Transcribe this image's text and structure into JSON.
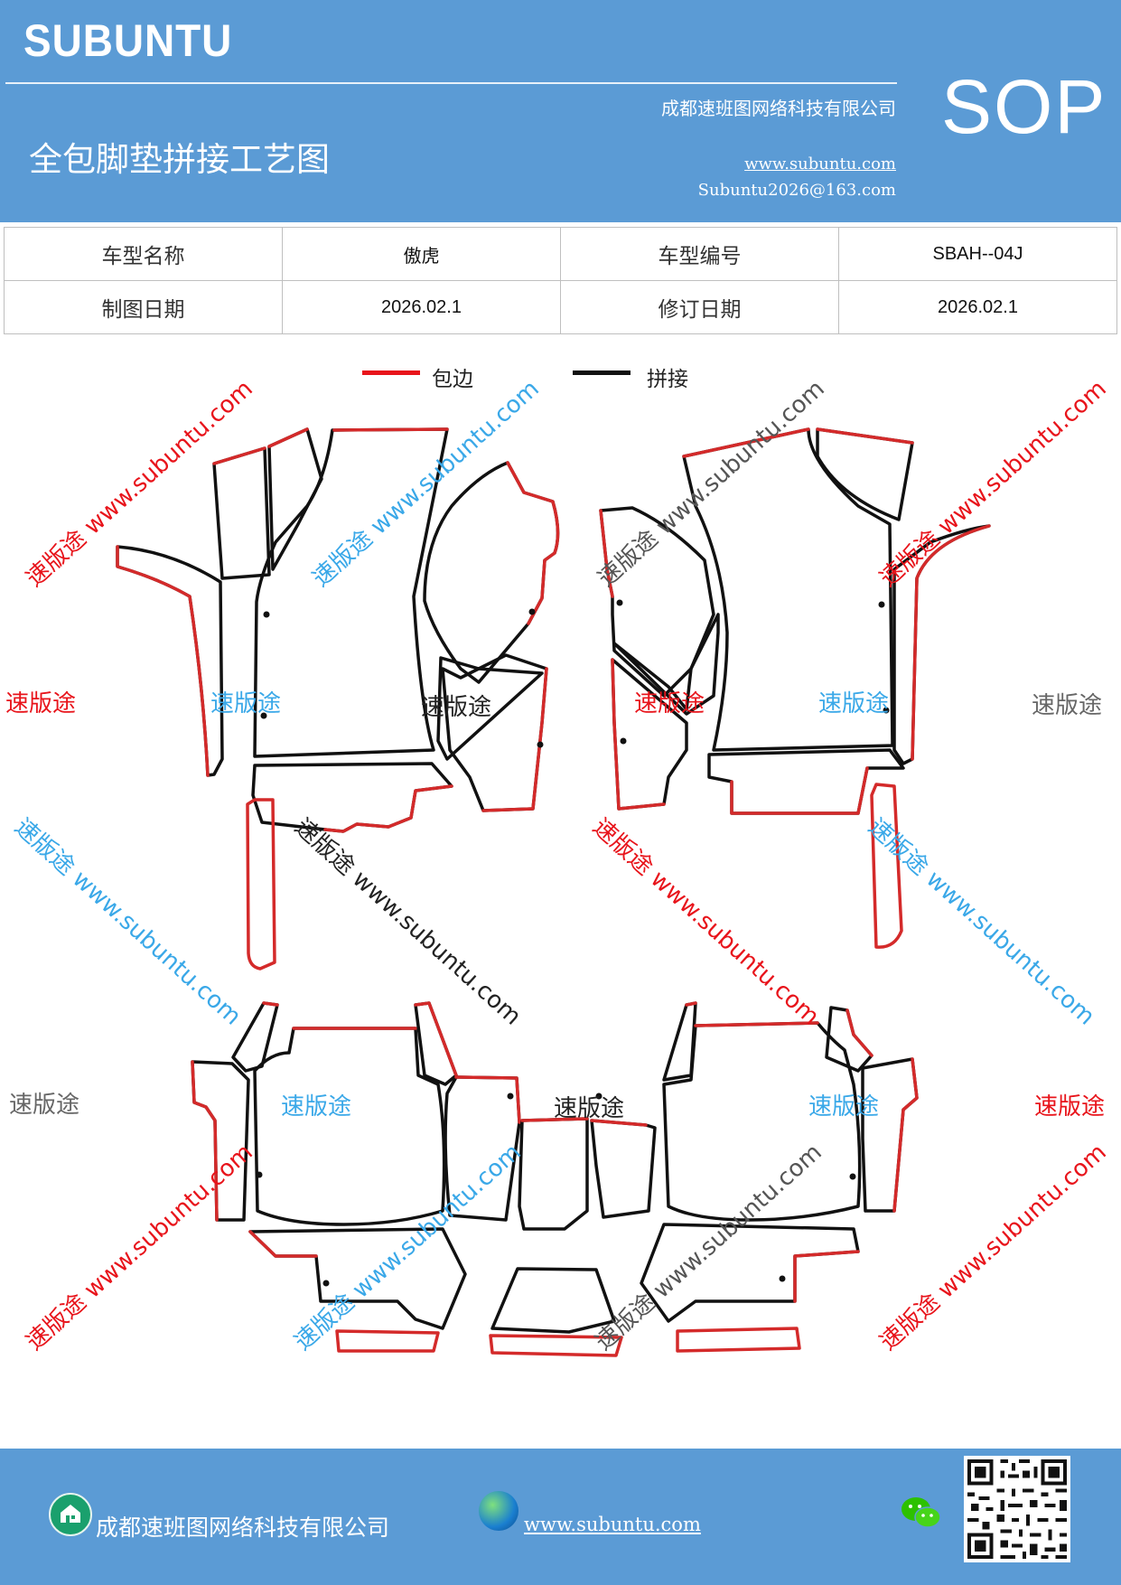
{
  "header": {
    "brand": "SUBUNTU",
    "sop": "SOP",
    "company": "成都速班图网络科技有限公司",
    "title": "全包脚垫拼接工艺图",
    "website": "www.subuntu.com",
    "email": "Subuntu2026@163.com"
  },
  "info_table": {
    "rows": [
      [
        "车型名称",
        "傲虎",
        "车型编号",
        "SBAH--04J"
      ],
      [
        "制图日期",
        "2026.02.1",
        "修订日期",
        "2026.02.1"
      ]
    ]
  },
  "legend": {
    "items": [
      {
        "label": "包边",
        "color": "#e8141b"
      },
      {
        "label": "拼接",
        "color": "#111111"
      }
    ]
  },
  "watermarks": {
    "brand_cn": "速版途",
    "diagonal": "速版途 www.subuntu.com",
    "colors": {
      "red": "#e8141b",
      "blue": "#3aa8e8",
      "gray": "#666666"
    }
  },
  "footer": {
    "company": "成都速班图网络科技有限公司",
    "website": "www.subuntu.com"
  },
  "icons": [
    "home-icon",
    "globe-icon",
    "wechat-icon",
    "qr-code"
  ]
}
